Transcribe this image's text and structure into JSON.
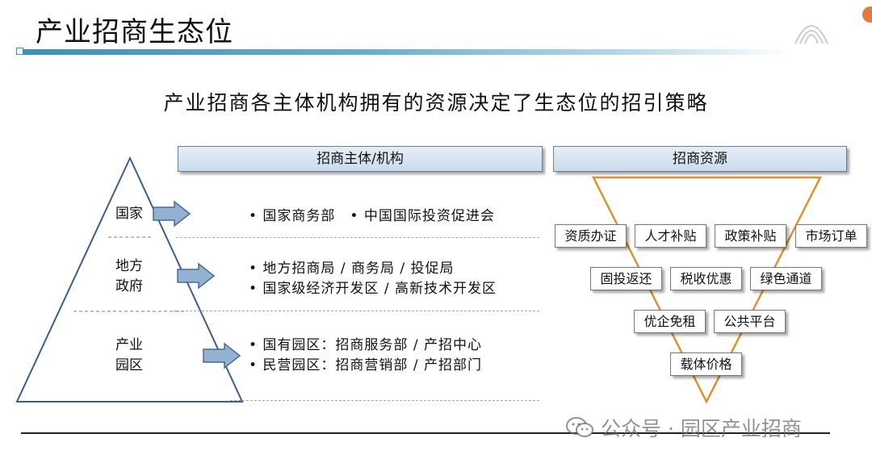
{
  "header": {
    "title": "产业招商生态位"
  },
  "subtitle": "产业招商各主体机构拥有的资源决定了生态位的招引策略",
  "entity_column": {
    "header": "招商主体/机构"
  },
  "resource_column": {
    "header": "招商资源"
  },
  "tiers": [
    {
      "label": "国家",
      "lines": [
        "• 国家商务部　• 中国国际投资促进会"
      ]
    },
    {
      "label": "地方\n政府",
      "lines": [
        "• 地方招商局 / 商务局 / 投促局",
        "• 国家级经济开发区 / 高新技术开发区"
      ]
    },
    {
      "label": "产业\n园区",
      "lines": [
        "• 国有园区：招商服务部 / 产招中心",
        "• 民营园区：招商营销部 / 产招部门"
      ]
    }
  ],
  "resources": [
    "资质办证",
    "人才补贴",
    "政策补贴",
    "市场订单",
    "固投返还",
    "税收优惠",
    "绿色通道",
    "优企免租",
    "公共平台",
    "载体价格"
  ],
  "watermark": "公众号 · 园区产业招商",
  "colors": {
    "accent_blue": "#3f8fb6",
    "arrow_fill": "#93b1d3",
    "funnel_stroke": "#d9932f",
    "header_fill": "#d6e3f0"
  }
}
